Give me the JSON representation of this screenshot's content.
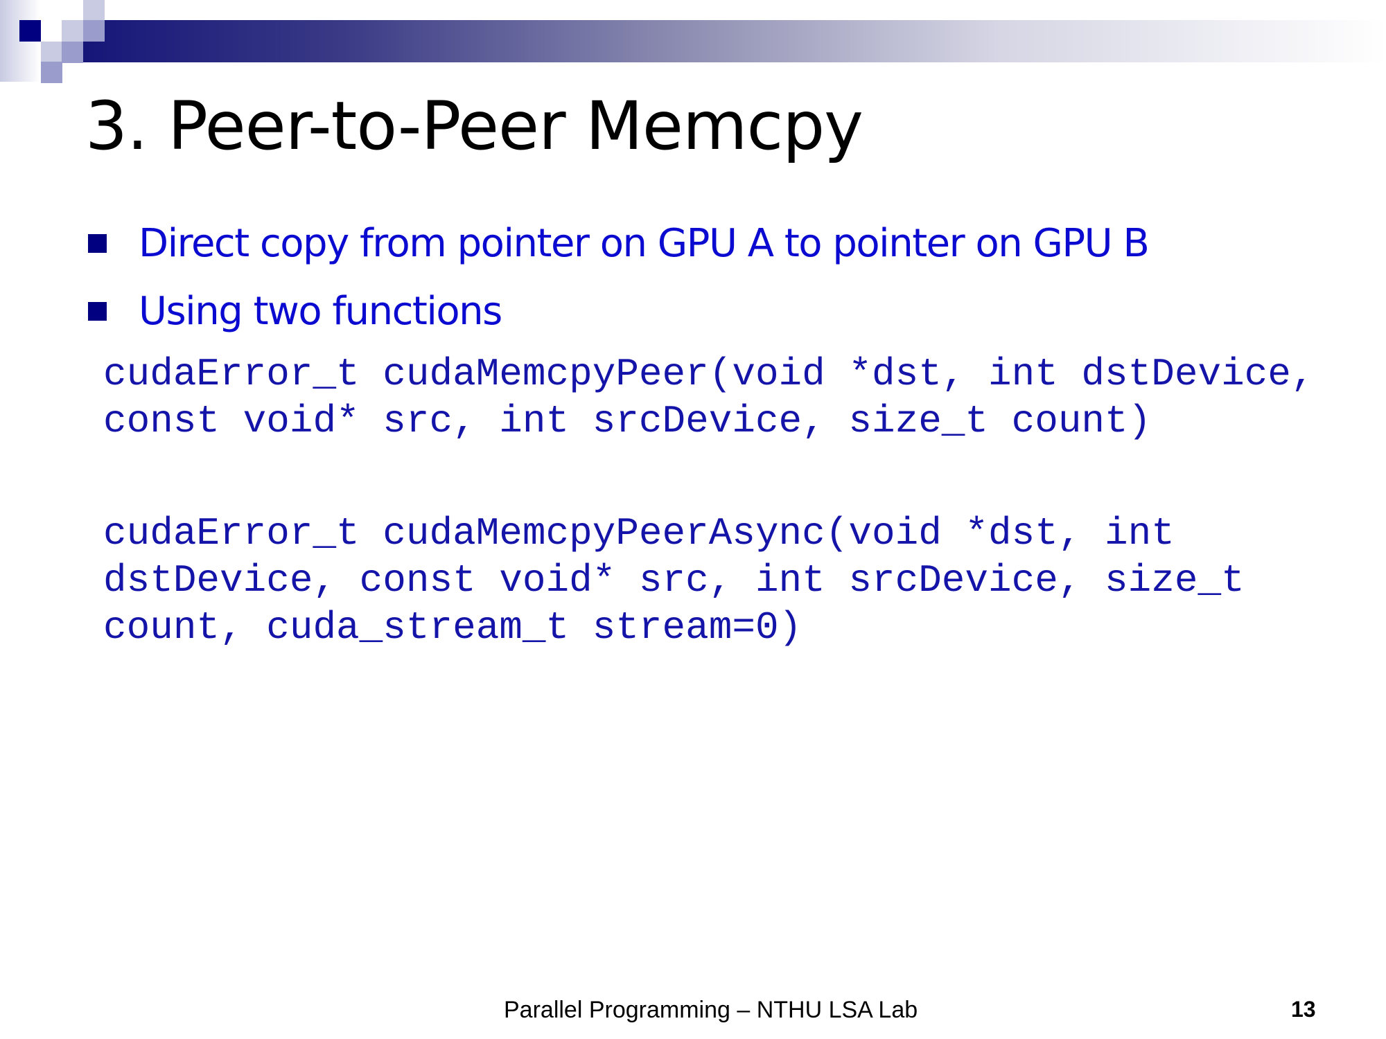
{
  "slide": {
    "title": "3. Peer-to-Peer Memcpy",
    "bullets": [
      "Direct copy from pointer on GPU A to pointer on GPU B",
      "Using two functions"
    ],
    "code_blocks": [
      [
        "cudaError_t cudaMemcpyPeer(void *dst, int dstDevice,",
        "const void* src, int srcDevice, size_t count)"
      ],
      [
        "cudaError_t cudaMemcpyPeerAsync(void *dst, int",
        "dstDevice, const void* src, int srcDevice, size_t",
        "count, cuda_stream_t stream=0)"
      ]
    ]
  },
  "footer": {
    "text": "Parallel Programming – NTHU LSA Lab",
    "page_number": "13"
  },
  "colors": {
    "accent": "#000080",
    "bullet_text": "#0a0ad0",
    "code_text": "#1414a8"
  }
}
